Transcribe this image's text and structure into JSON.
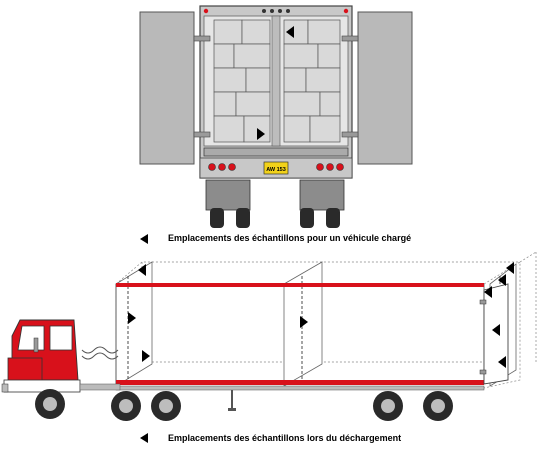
{
  "captions": {
    "loaded_vehicle": "Emplacements des échantillons pour un véhicule chargé",
    "unloading": "Emplacements des échantillons lors du déchargement"
  },
  "plate_text": "AW 153",
  "colors": {
    "cab_red": "#d8111b",
    "trailer_red": "#d8111b",
    "door_grey": "#b9b9b9",
    "cargo_grey": "#d9d9d9",
    "plate_yellow": "#f2d21a"
  },
  "icons": [
    "sample-location-marker-icon"
  ]
}
